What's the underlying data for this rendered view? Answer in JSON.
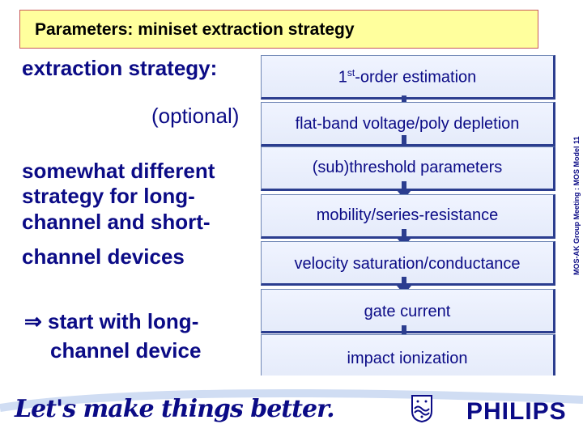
{
  "title": "Parameters: miniset extraction strategy",
  "left": {
    "extraction_strategy": "extraction strategy:",
    "optional": "(optional)",
    "somewhat": [
      "somewhat different",
      "strategy for long-",
      "channel and short-",
      "channel devices"
    ],
    "start_arrow": "⇒",
    "start": [
      "start with long-",
      "channel device"
    ]
  },
  "steps": [
    {
      "pre": "1",
      "sup": "st",
      "post": "-order estimation"
    },
    {
      "pre": "flat-band voltage/poly depletion"
    },
    {
      "pre": "(sub)threshold parameters"
    },
    {
      "pre": "mobility/series-resistance"
    },
    {
      "pre": "velocity saturation/conductance"
    },
    {
      "pre": "gate current"
    },
    {
      "pre": "impact ionization"
    }
  ],
  "side_label": "MOS-AK Group Meeting : MOS Model 11",
  "footer": {
    "slogan": "Let's make things better.",
    "brand": "PHILIPS"
  },
  "colors": {
    "navy": "#0b0b86",
    "title_bg": "#ffff9d",
    "title_border": "#c85a5a"
  },
  "icons": [
    "down-arrow-icon",
    "philips-shield-icon"
  ]
}
